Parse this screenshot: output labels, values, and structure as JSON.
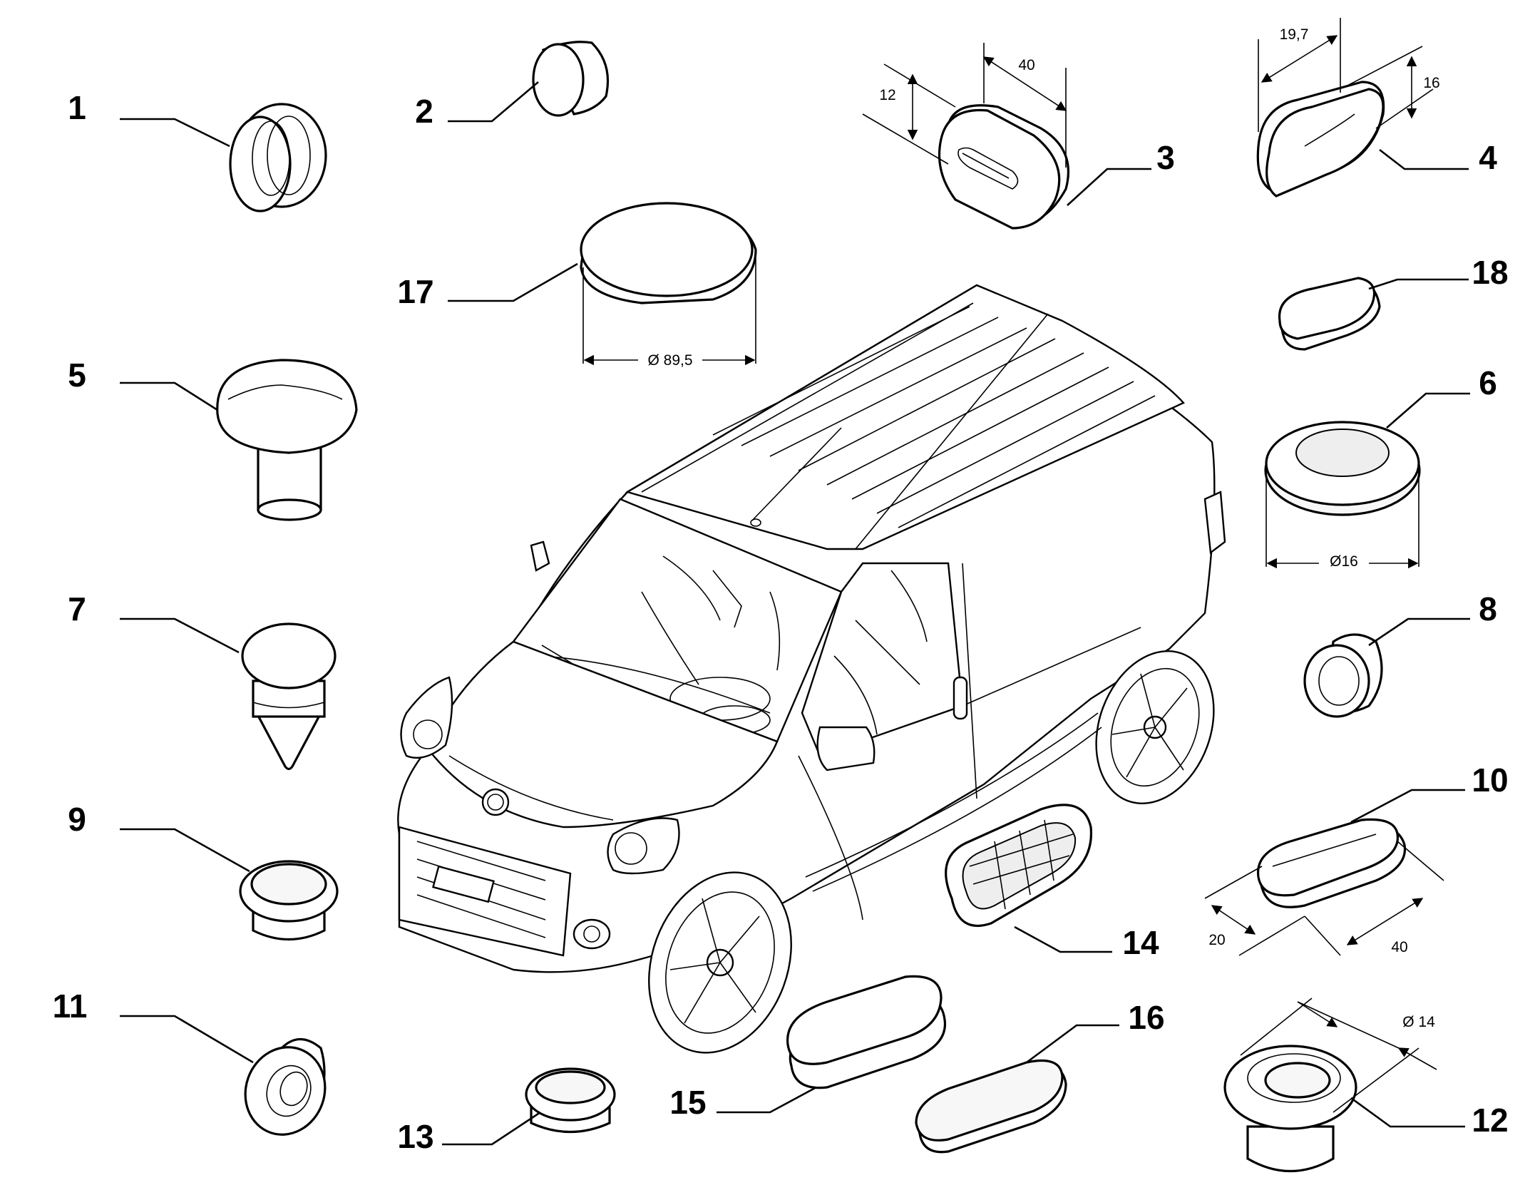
{
  "diagram": {
    "callouts": [
      {
        "id": "1",
        "label": "1"
      },
      {
        "id": "2",
        "label": "2"
      },
      {
        "id": "3",
        "label": "3"
      },
      {
        "id": "4",
        "label": "4"
      },
      {
        "id": "5",
        "label": "5"
      },
      {
        "id": "6",
        "label": "6"
      },
      {
        "id": "7",
        "label": "7"
      },
      {
        "id": "8",
        "label": "8"
      },
      {
        "id": "9",
        "label": "9"
      },
      {
        "id": "10",
        "label": "10"
      },
      {
        "id": "11",
        "label": "11"
      },
      {
        "id": "12",
        "label": "12"
      },
      {
        "id": "13",
        "label": "13"
      },
      {
        "id": "14",
        "label": "14"
      },
      {
        "id": "15",
        "label": "15"
      },
      {
        "id": "16",
        "label": "16"
      },
      {
        "id": "17",
        "label": "17"
      },
      {
        "id": "18",
        "label": "18"
      }
    ],
    "dimensions": {
      "part3_length": "40",
      "part3_height": "12",
      "part4_length": "19,7",
      "part4_height": "16",
      "part6_diameter": "Ø16",
      "part10_width": "20",
      "part10_length": "40",
      "part12_diameter": "Ø  14",
      "part17_diameter": "Ø 89,5"
    }
  }
}
